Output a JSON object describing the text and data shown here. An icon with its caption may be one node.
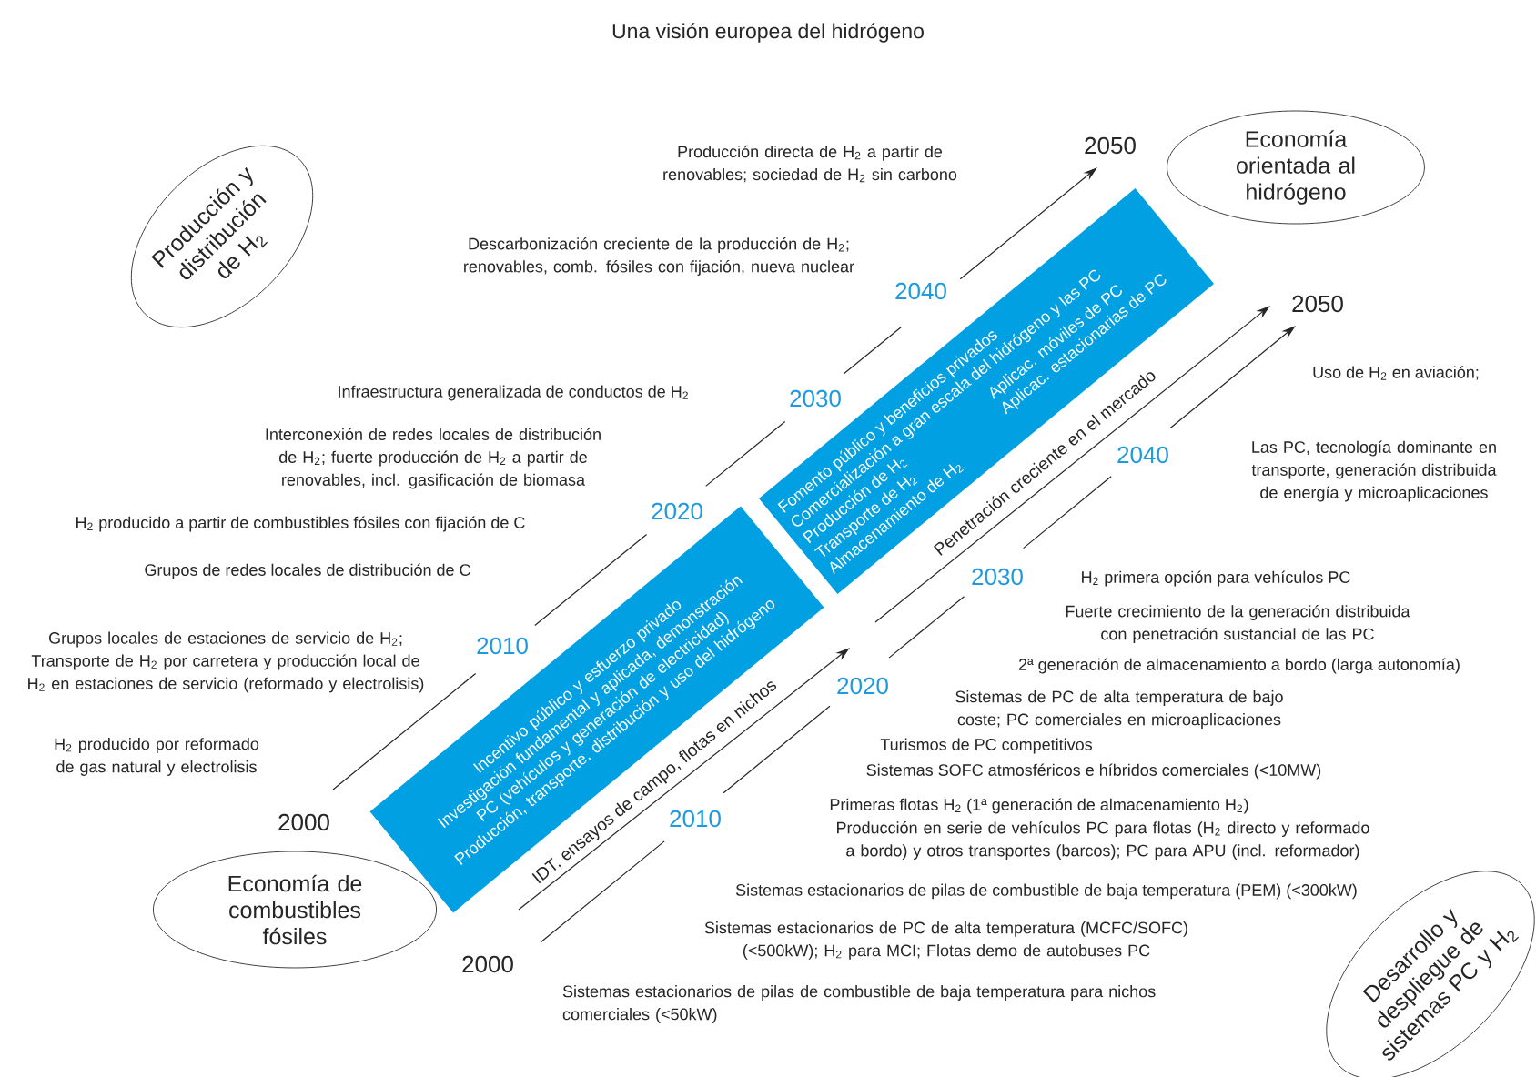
{
  "diagram": {
    "title": "Una visión europea del hidrógeno",
    "nodes": [
      {
        "text": [
          "Producción y distribución de H$_{2}$"
        ]
      },
      {
        "text": [
          "Economía orientada al hidrógeno"
        ]
      },
      {
        "text": [
          "Fomento público y beneficios privados",
          "Comercialización a gran escala del hidrógeno y las PC",
          "Producción de H$_{2}$",
          "Transporte de H$_{2}$",
          "Almacenamiento de H$_{2}$",
          "Aplicac. móviles de PC",
          "Aplicac. estacionarias de PC"
        ]
      },
      {
        "text": [
          "Incentivo público y esfuerzo privado",
          "Investigación fundamental y aplicada, demonstración PC (vehículos y generación de electricidad)",
          "Producción, transporte, distribución y uso del hidrógeno"
        ]
      },
      {
        "text": [
          "Economía de combustibles fósiles"
        ]
      },
      {
        "text": [
          "Desarrollo y despliegue de sistemas PC y H$_{2}$"
        ]
      }
    ],
    "labels": [
      "Producción directa de H$_{2}$ a partir de renovables; sociedad de H$_{2}$ sin carbono",
      "2050",
      "Descarbonización creciente de la producción de H$_{2}$; renovables, comb. fósiles con fijación, nueva nuclear",
      "2040",
      "2050",
      "Uso de H$_{2}$ en aviación;",
      "Infraestructura generalizada de conductos de H$_{2}$",
      "2030",
      "Penetración creciente en el mercado",
      "Interconexión de redes locales de distribución de H$_{2}$; fuerte producción de H$_{2}$ a partir de renovables, incl. gasificación de biomasa",
      "2040",
      "Las PC, tecnología dominante en transporte, generación distribuida de energía y microaplicaciones",
      "2020",
      "H$_{2}$ producido a partir de combustibles fósiles con fijación de C",
      "Grupos de redes locales de distribución de C",
      "2030",
      "H$_{2}$ primera opción para vehículos PC",
      "Fuerte crecimiento de la generación distribuida con penetración sustancial de las PC",
      "2010",
      "Grupos locales de estaciones de servicio de H$_{2}$; Transporte de H$_{2}$ por carretera y producción local de H$_{2}$ en estaciones de servicio (reformado y electrolisis)",
      "2ª generación de almacenamiento a bordo (larga autonomía)",
      "2020",
      "Sistemas de PC de alta temperatura de bajo coste; PC comerciales en microaplicaciones",
      "Turismos de PC competitivos",
      "H$_{2}$ producido por reformado de gas natural y electrolisis",
      "Sistemas SOFC atmosféricos e híbridos comerciales (<10MW)",
      "IDT, ensayos de campo, flotas en nichos",
      "Primeras flotas H$_{2}$ (1ª generación de almacenamiento H$_{2}$)",
      "2000",
      "2010",
      "Producción en serie de vehículos PC para flotas (H$_{2}$ directo y reformado a bordo) y otros transportes (barcos); PC para APU (incl. reformador)",
      "Sistemas estacionarios de pilas de combustible de baja temperatura (PEM) (<300kW)",
      "Sistemas estacionarios de PC de alta temperatura (MCFC/SOFC) (<500kW); H$_{2}$ para MCI; Flotas demo de autobuses PC",
      "2000",
      "Sistemas estacionarios de pilas de combustible de baja temperatura para nichos comerciales (<50kW)"
    ]
  }
}
